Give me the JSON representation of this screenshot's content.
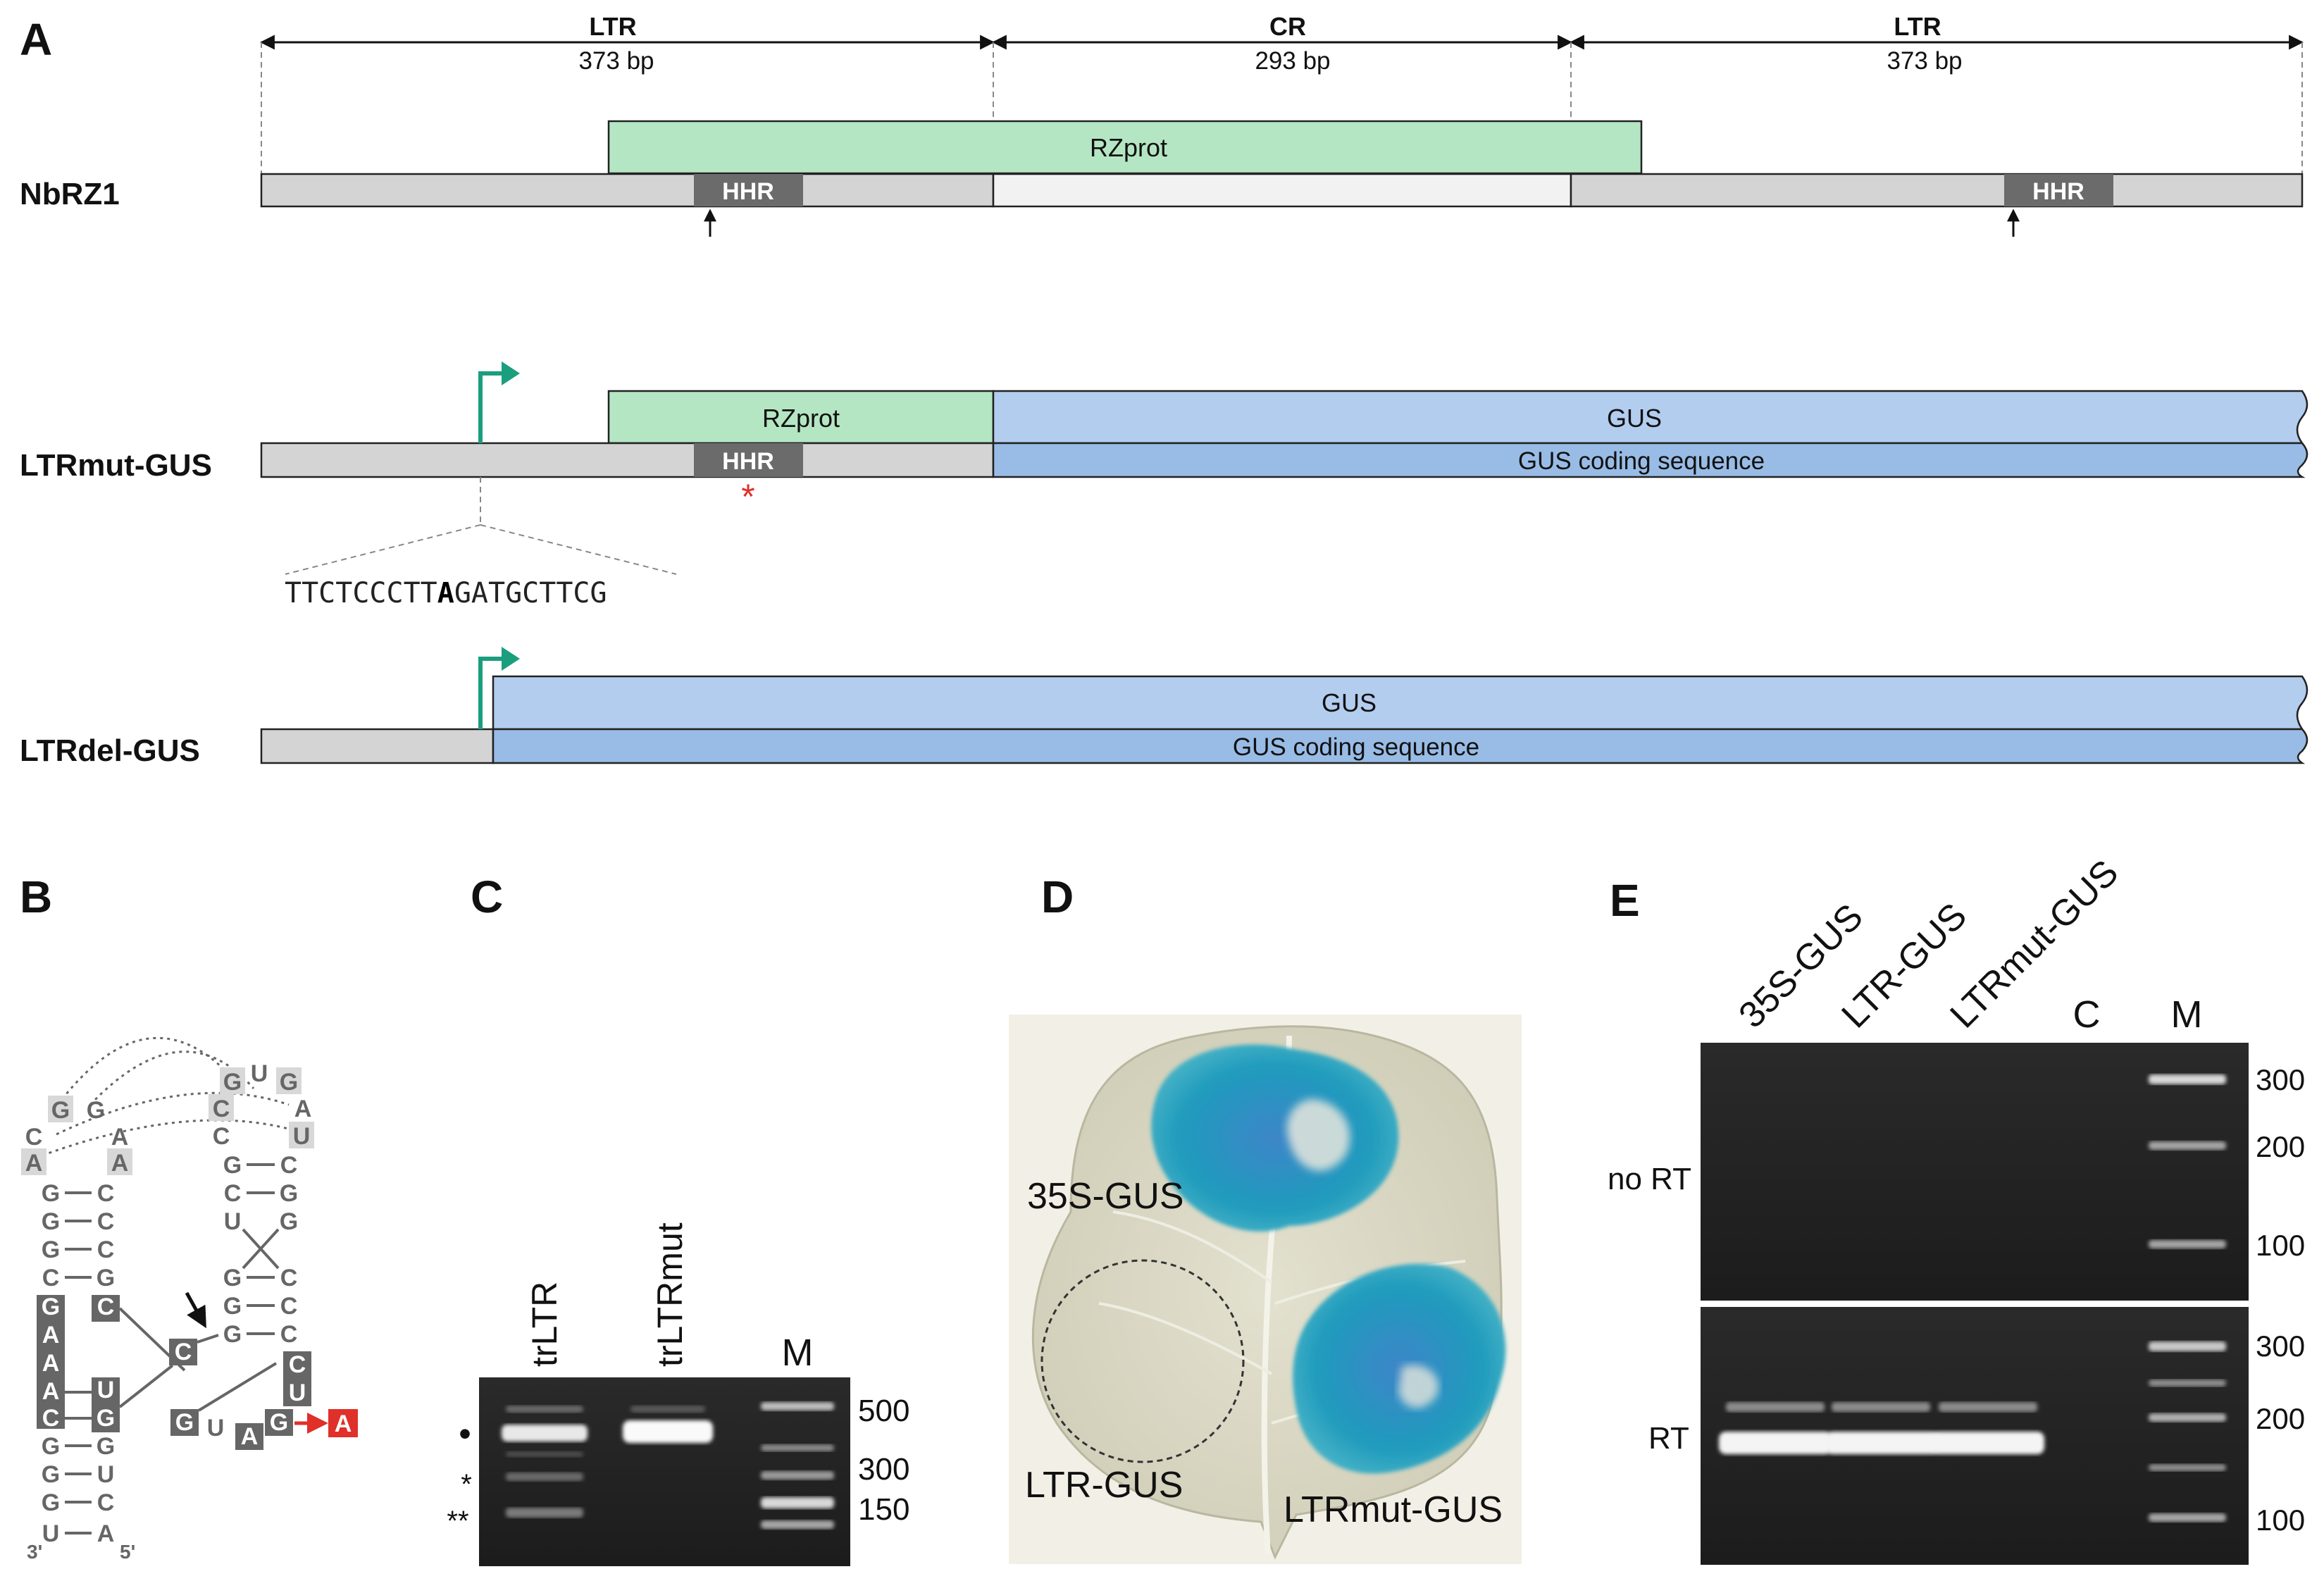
{
  "panels": {
    "a": "A",
    "b": "B",
    "c": "C",
    "d": "D",
    "e": "E"
  },
  "panel_a": {
    "segments": [
      {
        "name": "LTR",
        "size": "373 bp"
      },
      {
        "name": "CR",
        "size": "293 bp"
      },
      {
        "name": "LTR",
        "size": "373 bp"
      }
    ],
    "constructs": [
      "NbRZ1",
      "LTRmut-GUS",
      "LTRdel-GUS"
    ],
    "rzprot": "RZprot",
    "hhr": "HHR",
    "gus": "GUS",
    "gus_coding": "GUS coding sequence",
    "mutation_marker": "*",
    "sequence_pre": "TTCTCCCTT",
    "sequence_bold": "A",
    "sequence_post": "GATGCTTCG",
    "colors": {
      "rzprot": "#b5e6c4",
      "gus_top": "#b3cdef",
      "gus_bottom": "#98bce6",
      "bar_gray": "#d4d4d4",
      "bar_light": "#f2f2f2",
      "hhr": "#6b6b6b",
      "promoter": "#1a9e7e",
      "mutation": "#e0302a"
    }
  },
  "panel_b": {
    "prime3": "3'",
    "prime5": "5'",
    "mutation_from": "G",
    "mutation_to": "A",
    "left_stem": [
      [
        "G",
        "C"
      ],
      [
        "G",
        "C"
      ],
      [
        "G",
        "C"
      ],
      [
        "C",
        "G"
      ]
    ],
    "left_box": [
      "G",
      "A",
      "A",
      "A",
      "C"
    ],
    "lower_stem": [
      [
        "C",
        "G"
      ],
      [
        "G",
        "U"
      ],
      [
        "G",
        "C"
      ],
      [
        "U",
        "A"
      ]
    ],
    "right_stem": [
      [
        "G",
        "C"
      ],
      [
        "C",
        "G"
      ],
      [
        "U",
        "G"
      ],
      [
        "G",
        "C"
      ],
      [
        "G",
        "C"
      ]
    ],
    "loop_top": [
      "G",
      "U",
      "G"
    ],
    "loop_right": [
      "A",
      "U"
    ],
    "loop_left_top": [
      "G",
      "G"
    ],
    "loop_left_mid": [
      "C",
      "A"
    ],
    "loop_left_bottom": [
      "A",
      "A"
    ],
    "c_column_top": [
      "C",
      "C"
    ],
    "box_u": [
      "U",
      "G"
    ],
    "inner": {
      "c": "C",
      "g": "G",
      "u": "U",
      "a": "A",
      "g2": "G",
      "cu_top": "C",
      "cu_bot": "U"
    }
  },
  "panel_c": {
    "lanes": [
      "trLTR",
      "trLTRmut",
      "M"
    ],
    "sizes": [
      "500",
      "300",
      "150"
    ],
    "markers": [
      "•",
      "*",
      "**"
    ]
  },
  "panel_d": {
    "labels": [
      "35S-GUS",
      "LTR-GUS",
      "LTRmut-GUS"
    ]
  },
  "panel_e": {
    "lanes": [
      "35S-GUS",
      "LTR-GUS",
      "LTRmut-GUS",
      "C",
      "M"
    ],
    "rows": [
      "no RT",
      "RT"
    ],
    "sizes_top": [
      "300",
      "200",
      "100"
    ],
    "sizes_bottom": [
      "300",
      "200",
      "100"
    ]
  }
}
